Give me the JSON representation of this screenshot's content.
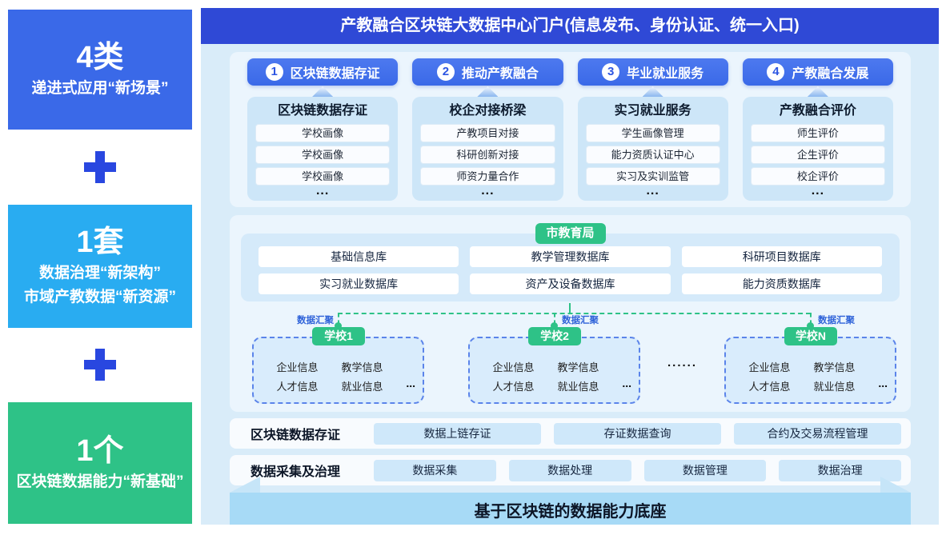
{
  "colors": {
    "primary_blue": "#3a69e8",
    "header_blue": "#2f49d6",
    "sky_blue": "#29acf1",
    "green": "#2ec287",
    "accent_plus": "#2947e0",
    "pedestal": "#a7daf6"
  },
  "sidebar": {
    "boxes": [
      {
        "number": "4类",
        "lines": [
          "递进式应用“新场景”"
        ]
      },
      {
        "number": "1套",
        "lines": [
          "数据治理“新架构”",
          "市域产教数据“新资源”"
        ]
      },
      {
        "number": "1个",
        "lines": [
          "区块链数据能力“新基础”"
        ]
      }
    ]
  },
  "header": {
    "title": "产教融合区块链大数据中心门户(信息发布、身份认证、统一入口)"
  },
  "apps": {
    "pills": [
      {
        "num": "1",
        "label": "区块链数据存证"
      },
      {
        "num": "2",
        "label": "推动产教融合"
      },
      {
        "num": "3",
        "label": "毕业就业服务"
      },
      {
        "num": "4",
        "label": "产教融合发展"
      }
    ],
    "cards": [
      {
        "title": "区块链数据存证",
        "items": [
          "学校画像",
          "学校画像",
          "学校画像"
        ],
        "more": "..."
      },
      {
        "title": "校企对接桥梁",
        "items": [
          "产教项目对接",
          "科研创新对接",
          "师资力量合作"
        ],
        "more": "..."
      },
      {
        "title": "实习就业服务",
        "items": [
          "学生画像管理",
          "能力资质认证中心",
          "实习及实训监管"
        ],
        "more": "..."
      },
      {
        "title": "产教融合评价",
        "items": [
          "师生评价",
          "企生评价",
          "校企评价"
        ],
        "more": "..."
      }
    ]
  },
  "data_center": {
    "badge": "市教育局",
    "databases": [
      "基础信息库",
      "教学管理数据库",
      "科研项目数据库",
      "实习就业数据库",
      "资产及设备数据库",
      "能力资质数据库"
    ],
    "aggregation_label": "数据汇聚",
    "schools": [
      {
        "name": "学校1",
        "items": [
          "企业信息",
          "教学信息",
          "人才信息",
          "就业信息"
        ],
        "more": "..."
      },
      {
        "name": "学校2",
        "items": [
          "企业信息",
          "教学信息",
          "人才信息",
          "就业信息"
        ],
        "more": "..."
      },
      {
        "name": "学校N",
        "items": [
          "企业信息",
          "教学信息",
          "人才信息",
          "就业信息"
        ],
        "more": "..."
      }
    ],
    "schools_ellipsis": "......"
  },
  "rows": [
    {
      "label": "区块链数据存证",
      "items": [
        "数据上链存证",
        "存证数据查询",
        "合约及交易流程管理"
      ]
    },
    {
      "label": "数据采集及治理",
      "items": [
        "数据采集",
        "数据处理",
        "数据管理",
        "数据治理"
      ]
    }
  ],
  "footer": {
    "title": "基于区块链的数据能力底座"
  }
}
